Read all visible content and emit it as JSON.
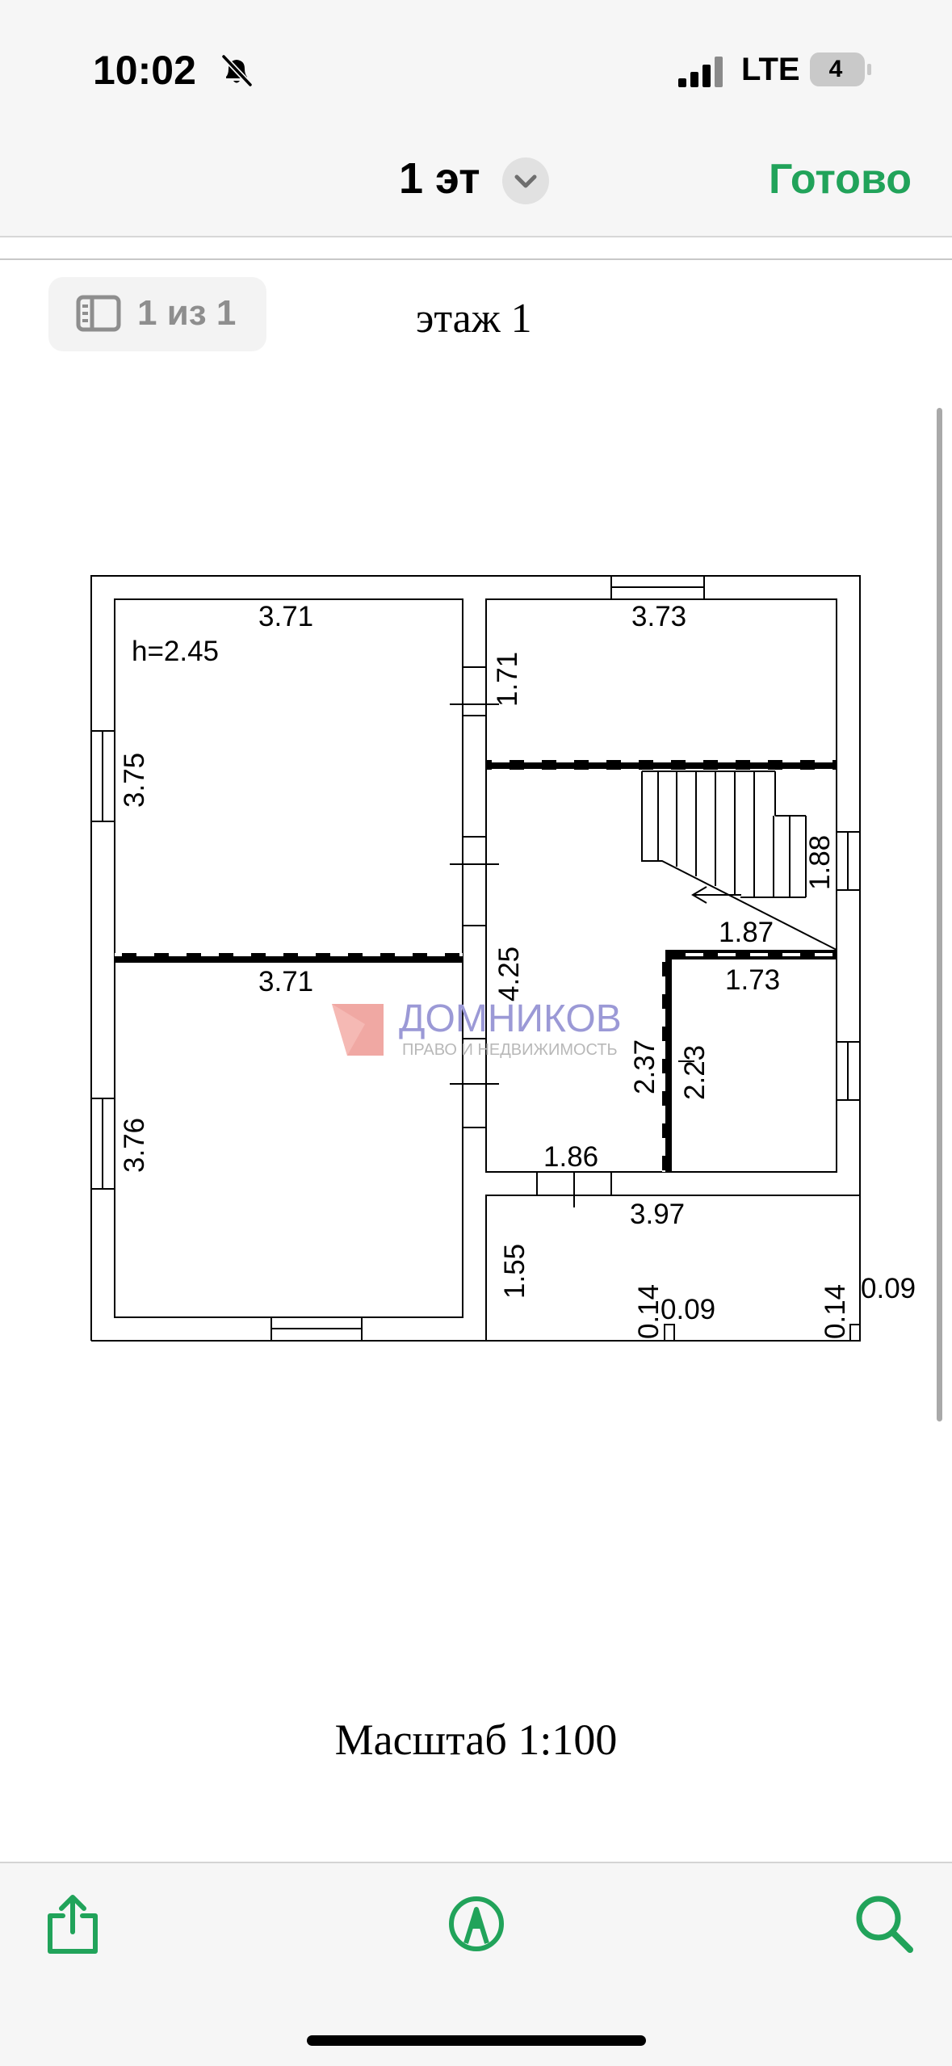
{
  "status_bar": {
    "time": "10:02",
    "network": "LTE",
    "battery": "4"
  },
  "nav": {
    "title": "1 эт",
    "done_label": "Готово"
  },
  "pager": {
    "label": "1 из 1"
  },
  "document": {
    "heading": "этаж 1",
    "watermark_title": "ДОМНИКОВ",
    "watermark_subtitle": "ПРАВО И НЕДВИЖИМОСТЬ",
    "height_note": "h=2.45",
    "dimensions": [
      "3.71",
      "3.73",
      "1.71",
      "3.75",
      "1.88",
      "1.87",
      "1.73",
      "3.71",
      "4.25",
      "2.37",
      "2.23",
      "3.76",
      "1.86",
      "3.97",
      "1.55",
      "0.14",
      "0.09",
      "0.14",
      "0.09"
    ],
    "scale": "Масштаб 1:100"
  },
  "colors": {
    "accent": "#21a35a",
    "watermark": "#9b99d6",
    "watermark_logo": "#e9837c"
  },
  "toolbar": {
    "share_icon": "share-icon",
    "markup_icon": "markup-icon",
    "search_icon": "search-icon"
  }
}
